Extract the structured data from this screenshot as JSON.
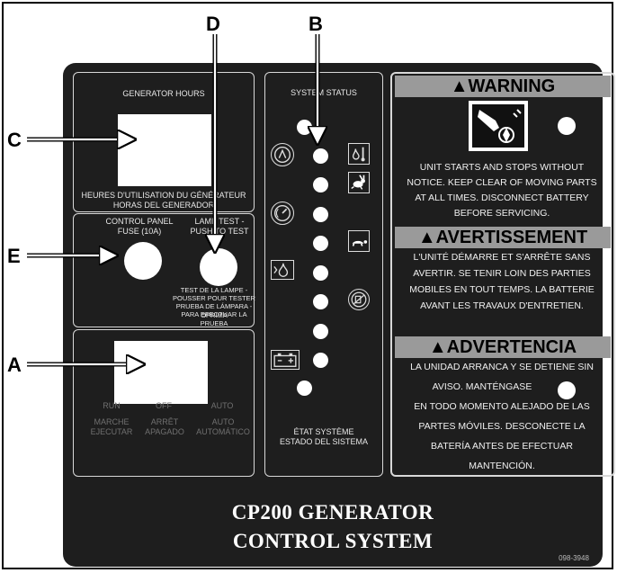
{
  "callouts": {
    "a": "A",
    "b": "B",
    "c": "C",
    "d": "D",
    "e": "E"
  },
  "hours": {
    "label": "GENERATOR HOURS",
    "fr": "HEURES D'UTILISATION DU GÉNÉRATEUR",
    "es": "HORAS DEL GENERADOR"
  },
  "fuse": {
    "line1": "CONTROL PANEL",
    "line2": "FUSE (10A)"
  },
  "lamp_test": {
    "line1": "LAMP TEST -",
    "line2": "PUSH TO TEST",
    "fr1": "TEST DE LA LAMPE -",
    "fr2": "POUSSER POUR TESTER",
    "es1": "PRUEBA DE LÁMPARA - OPRIMA",
    "es2": "PARA EFECTUAR LA PRUEBA"
  },
  "mode": {
    "run": "RUN",
    "off": "OFF",
    "auto": "AUTO",
    "run_fr": "MARCHE",
    "run_es": "EJECUTAR",
    "off_fr": "ARRÊT",
    "off_es": "APAGADO",
    "auto_fr": "AUTO",
    "auto_es": "AUTOMÁTICO"
  },
  "status": {
    "title": "SYSTEM STATUS",
    "fr": "ÉTAT SYSTÈME",
    "es": "ESTADO DEL SISTEMA"
  },
  "warning": {
    "en_head": "▲WARNING",
    "en_text": [
      "UNIT STARTS AND STOPS WITHOUT",
      "NOTICE.  KEEP CLEAR OF MOVING PARTS",
      "AT ALL TIMES.  DISCONNECT BATTERY",
      "BEFORE SERVICING."
    ],
    "fr_head": "▲AVERTISSEMENT",
    "fr_text": [
      "L'UNITÉ DÉMARRE ET S'ARRÊTE SANS",
      "AVERTIR. SE TENIR LOIN DES PARTIES",
      "MOBILES EN TOUT TEMPS. LA BATTERIE",
      "AVANT LES TRAVAUX D'ENTRETIEN."
    ],
    "es_head": "▲ADVERTENCIA",
    "es_text": [
      "LA UNIDAD ARRANCA Y SE DETIENE SIN",
      "AVISO. MANTÉNGASE",
      "EN TODO MOMENTO ALEJADO DE LAS",
      "PARTES MÓVILES. DESCONECTE LA",
      "BATERÍA ANTES DE EFECTUAR",
      "MANTENCIÓN."
    ]
  },
  "title": {
    "line1": "CP200 GENERATOR",
    "line2": "CONTROL SYSTEM"
  },
  "part_number": "098-3948"
}
